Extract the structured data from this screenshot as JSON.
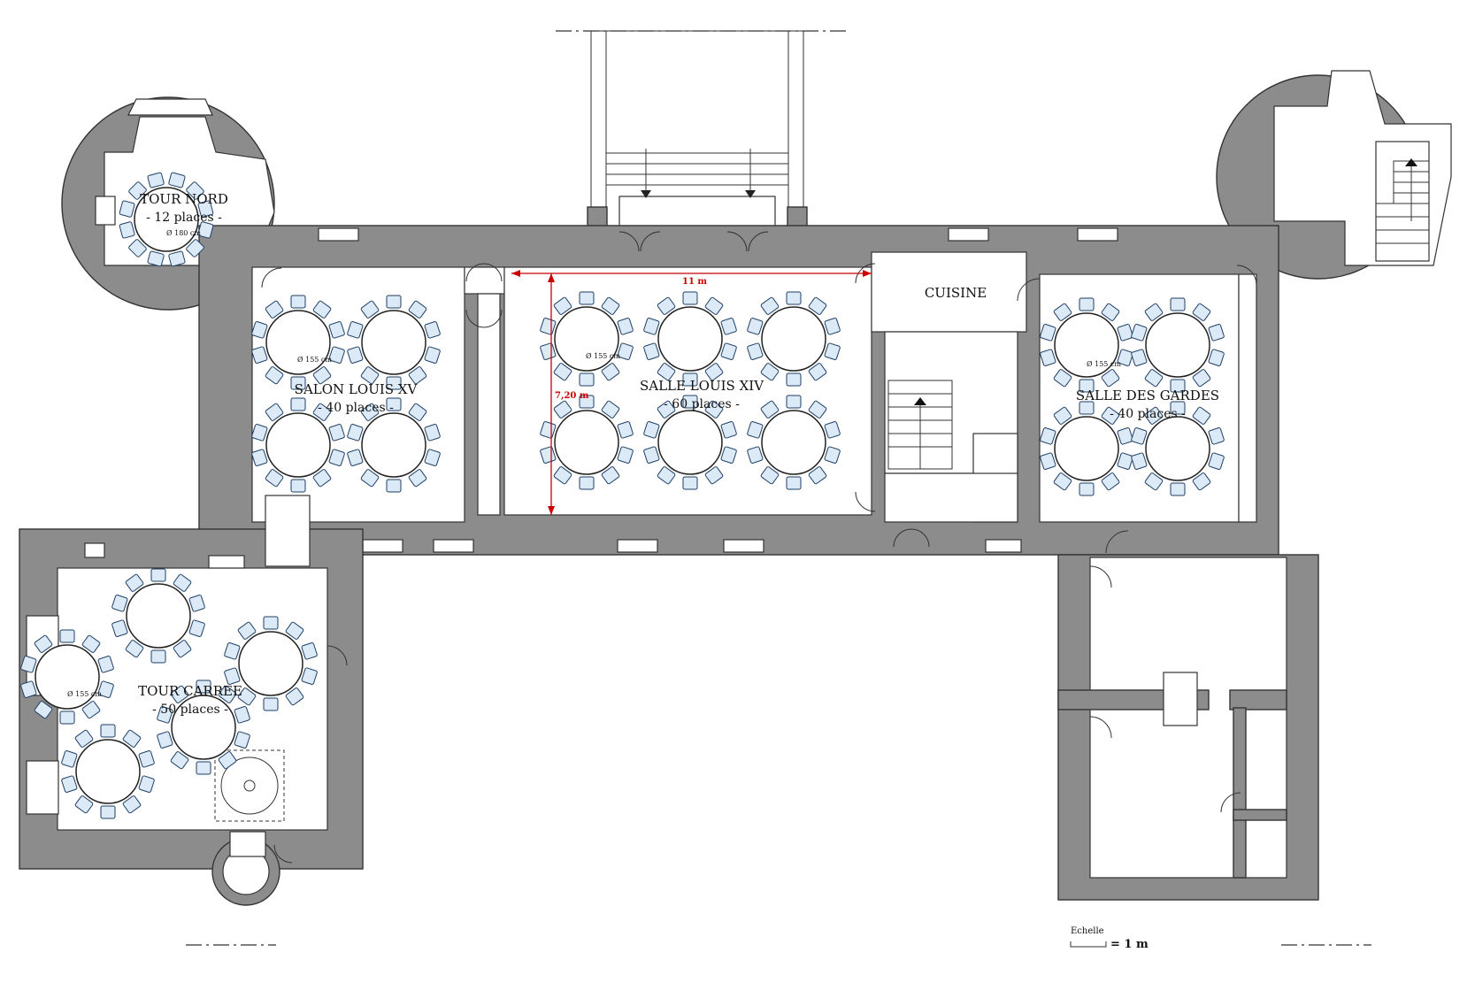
{
  "rooms": {
    "tour_nord": {
      "name": "TOUR NORD",
      "capacity": "- 12 places -",
      "table_diameter": "Ø 180 cm"
    },
    "salon_louis_xv": {
      "name": "SALON LOUIS XV",
      "capacity": "- 40 places -",
      "table_diameter": "Ø 155 cm"
    },
    "salle_louis_xiv": {
      "name": "SALLE LOUIS XIV",
      "capacity": "- 60 places -",
      "table_diameter": "Ø 155 cm"
    },
    "cuisine": {
      "name": "CUISINE"
    },
    "salle_des_gardes": {
      "name": "SALLE DES GARDES",
      "capacity": "- 40 places -",
      "table_diameter": "Ø 155 cm"
    },
    "tour_carree": {
      "name": "TOUR CARREE",
      "capacity": "- 50 places -",
      "table_diameter": "Ø 155 cm"
    }
  },
  "dimensions": {
    "width_label": "11 m",
    "depth_label": "7,20 m",
    "color": "#cc0000"
  },
  "scale": {
    "label": "Echelle",
    "value": "= 1 m"
  },
  "colors": {
    "wall": "#8c8c8c",
    "chair_fill": "#dbeaf6",
    "chair_stroke": "#1f3f66"
  }
}
